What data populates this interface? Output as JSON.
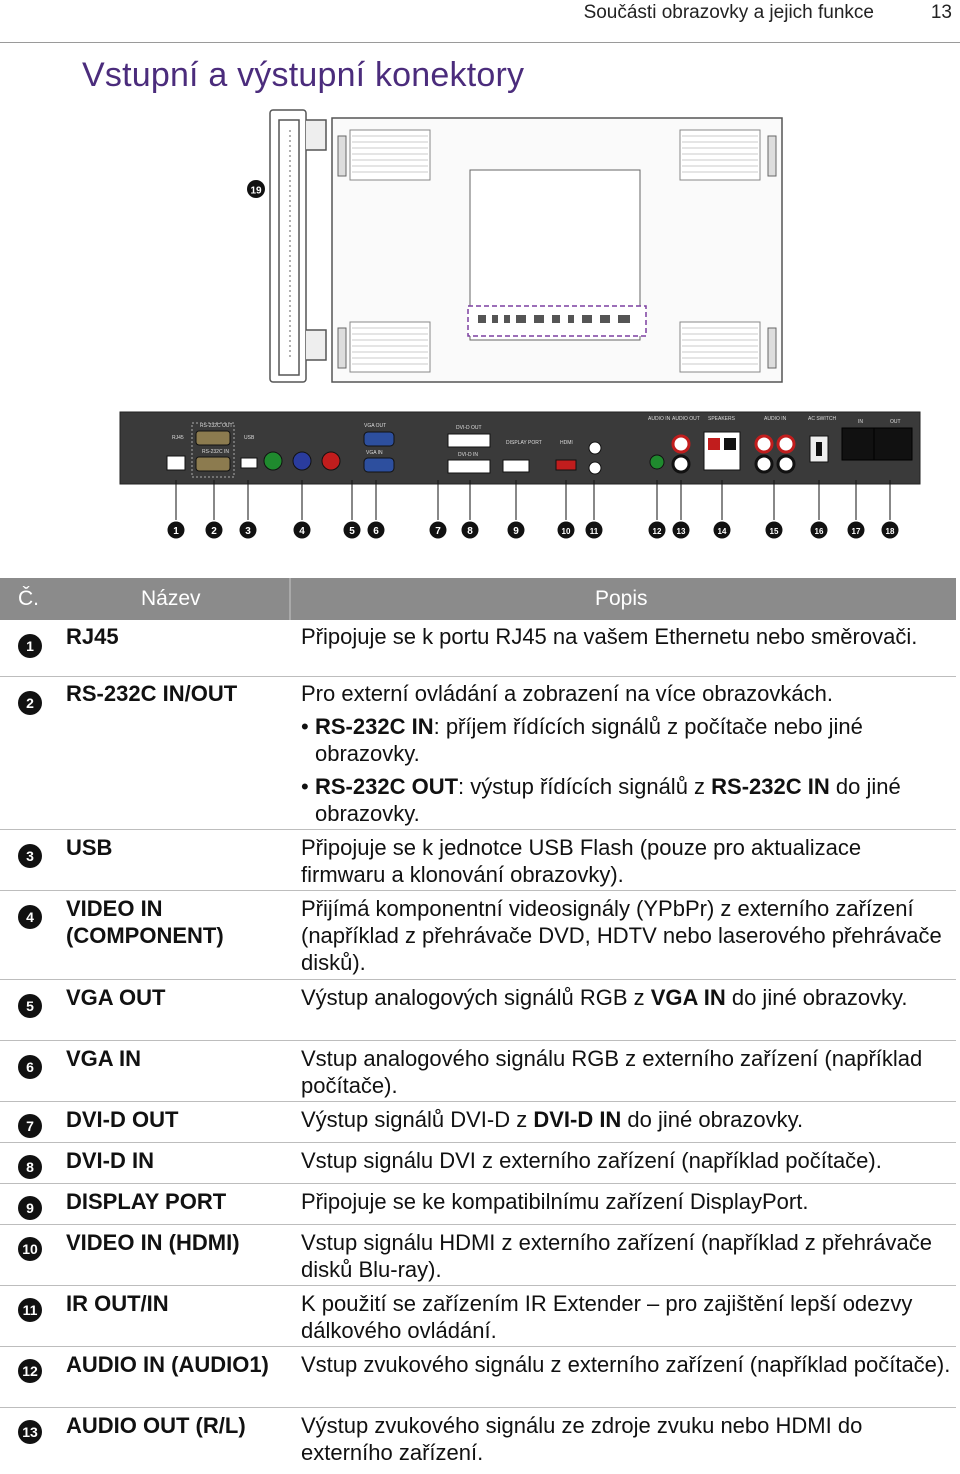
{
  "header": {
    "title": "Součásti obrazovky a jejich funkce",
    "page": "13"
  },
  "section_title": "Vstupní a výstupní konektory",
  "figure": {
    "callouts": [
      "1",
      "2",
      "3",
      "4",
      "5",
      "6",
      "7",
      "8",
      "9",
      "10",
      "11",
      "12",
      "13",
      "14",
      "15",
      "16",
      "17",
      "18",
      "19"
    ],
    "panel_labels": {
      "rj45": "RJ45",
      "rs232_out": "RS-232C OUT",
      "rs232_in": "RS-232C IN",
      "usb": "USB",
      "vga_out": "VGA OUT",
      "vga_in": "VGA IN",
      "dvi_out": "DVI-D OUT",
      "dvi_in": "DVI-D IN",
      "dp": "DISPLAY PORT",
      "hdmi": "HDMI",
      "audio_in1": "AUDIO IN",
      "audio_out": "AUDIO OUT",
      "speakers": "SPEAKERS",
      "audio_in": "AUDIO IN",
      "ac_switch": "AC SWITCH",
      "ac_in": "IN",
      "ac_out": "OUT"
    }
  },
  "table": {
    "headers": {
      "no": "Č.",
      "name": "Název",
      "desc": "Popis"
    },
    "rows": [
      {
        "no": "1",
        "name": "RJ45",
        "desc": "Připojuje se k portu RJ45 na vašem Ethernetu nebo směrovači."
      },
      {
        "no": "2",
        "name": "RS-232C IN/OUT",
        "desc": "Pro externí ovládání a zobrazení na více obrazovkách.",
        "b1_bold": "RS-232C IN",
        "b1_text": ": příjem řídících signálů z počítače nebo jiné obrazovky.",
        "b2_bold": "RS-232C OUT",
        "b2_text": ": výstup řídících signálů z ",
        "b2_bold2": "RS-232C IN",
        "b2_text2": " do jiné obrazovky."
      },
      {
        "no": "3",
        "name": "USB",
        "desc": "Připojuje se k jednotce USB Flash (pouze pro aktualizace firmwaru a klonování obrazovky)."
      },
      {
        "no": "4",
        "name": "VIDEO IN (COMPONENT)",
        "desc": "Přijímá komponentní videosignály (YPbPr) z externího zařízení (například z přehrávače DVD, HDTV nebo laserového přehrávače disků)."
      },
      {
        "no": "5",
        "name": "VGA OUT",
        "desc_a": "Výstup analogových signálů RGB z ",
        "desc_b": "VGA IN",
        "desc_c": " do jiné obrazovky."
      },
      {
        "no": "6",
        "name": "VGA IN",
        "desc": "Vstup analogového signálu RGB z externího zařízení (například počítače)."
      },
      {
        "no": "7",
        "name": "DVI-D OUT",
        "desc_a": "Výstup signálů DVI-D z ",
        "desc_b": "DVI-D IN",
        "desc_c": " do jiné obrazovky."
      },
      {
        "no": "8",
        "name": "DVI-D IN",
        "desc": "Vstup signálu DVI z externího zařízení (například počítače)."
      },
      {
        "no": "9",
        "name": "DISPLAY PORT",
        "desc": "Připojuje se ke kompatibilnímu zařízení DisplayPort."
      },
      {
        "no": "10",
        "name": "VIDEO IN (HDMI)",
        "desc": "Vstup signálu HDMI z externího zařízení (například z přehrávače disků Blu-ray)."
      },
      {
        "no": "11",
        "name": "IR OUT/IN",
        "desc": "K použití se zařízením IR Extender – pro zajištění lepší odezvy dálkového ovládání."
      },
      {
        "no": "12",
        "name": "AUDIO IN (AUDIO1)",
        "desc": "Vstup zvukového signálu z externího zařízení (například počítače)."
      },
      {
        "no": "13",
        "name": "AUDIO OUT (R/L)",
        "desc": "Výstup zvukového signálu ze zdroje zvuku nebo HDMI do externího zařízení."
      }
    ]
  }
}
